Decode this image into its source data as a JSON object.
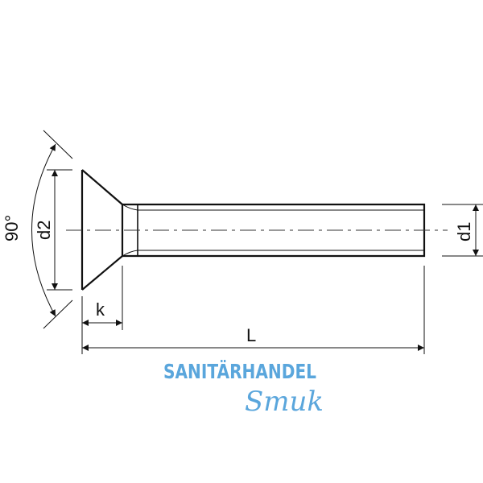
{
  "labels": {
    "angle": "90°",
    "head_diameter": "d2",
    "shank_diameter": "d1",
    "head_height": "k",
    "length": "L"
  },
  "watermark": {
    "line1": "SANITÄRHANDEL",
    "line2": "Smuk",
    "color": "#5aa6dc"
  }
}
